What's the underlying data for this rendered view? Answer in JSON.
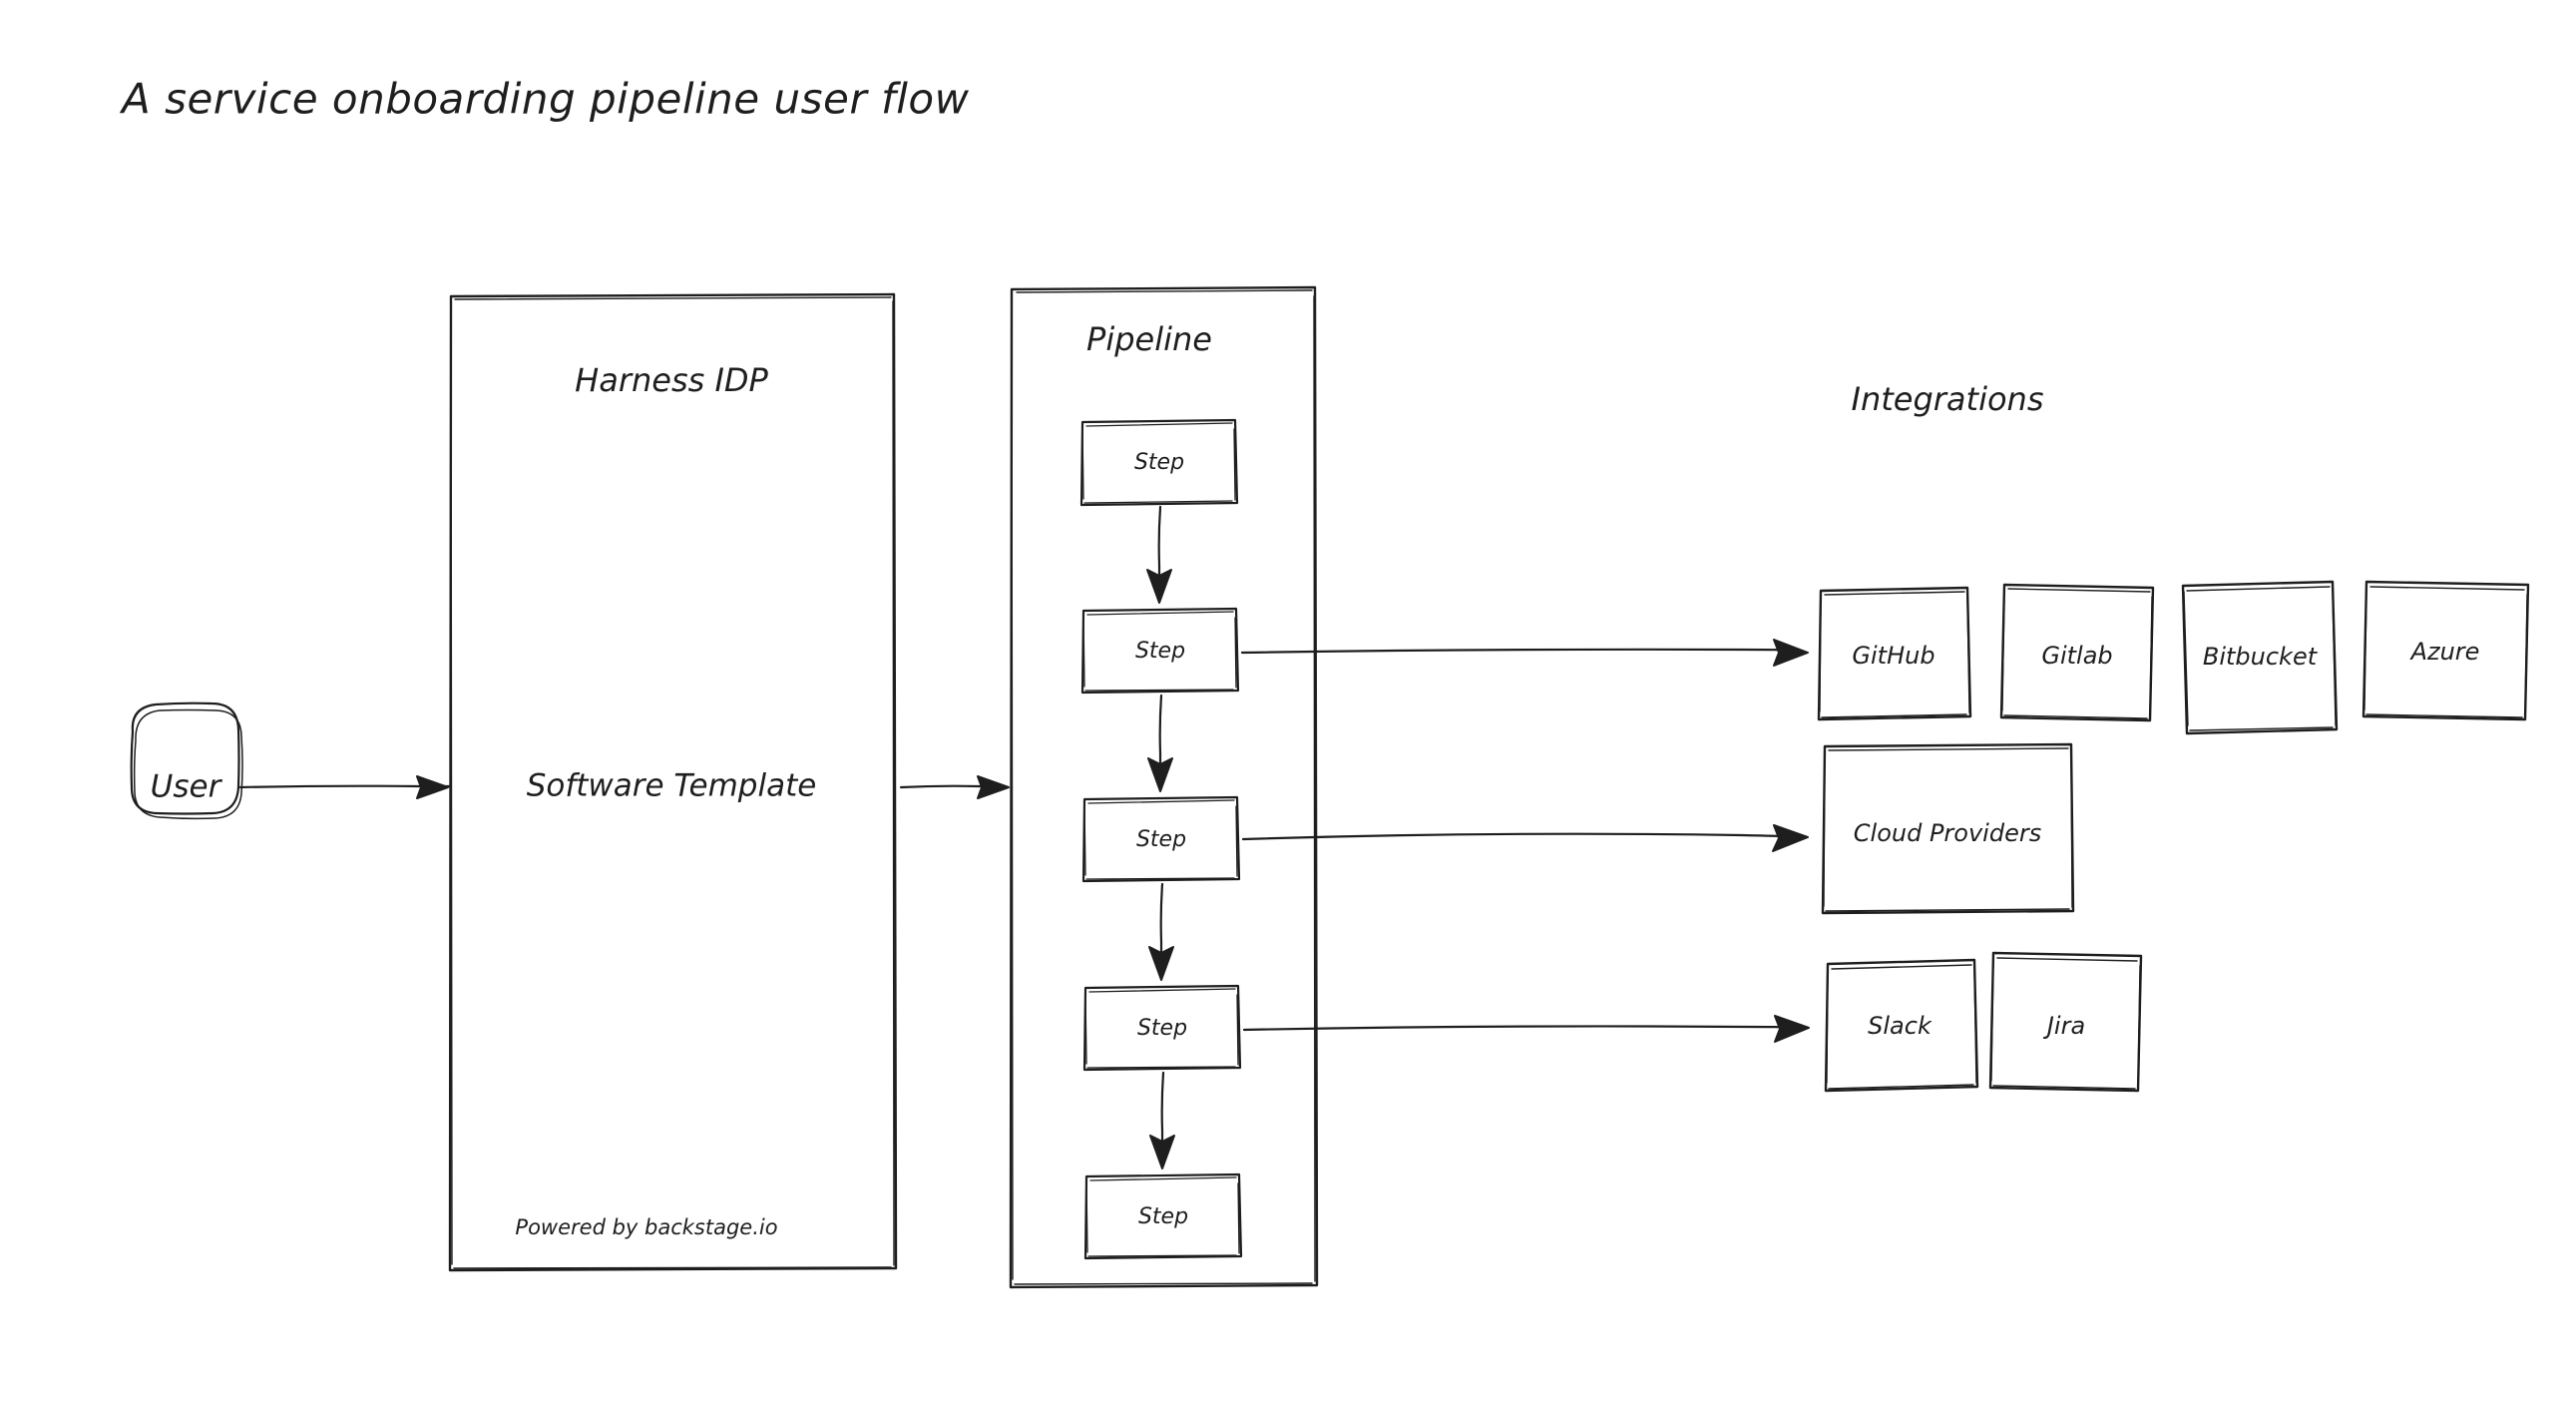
{
  "page": {
    "title": "A service onboarding pipeline user flow",
    "background_color": "#ffffff",
    "stroke_color": "#1e1e1e",
    "style": "hand-drawn-sketch"
  },
  "nodes": {
    "user": {
      "label": "User",
      "shape": "rounded-rectangle"
    },
    "harness_idp": {
      "group_title": "Harness IDP",
      "main_label": "Software Template",
      "footer_label": "Powered by backstage.io",
      "shape": "rectangle"
    },
    "pipeline": {
      "group_title": "Pipeline",
      "shape": "rectangle",
      "steps": [
        {
          "label": "Step",
          "has_outgoing_integration": false
        },
        {
          "label": "Step",
          "has_outgoing_integration": true
        },
        {
          "label": "Step",
          "has_outgoing_integration": true
        },
        {
          "label": "Step",
          "has_outgoing_integration": true
        },
        {
          "label": "Step",
          "has_outgoing_integration": false
        }
      ]
    }
  },
  "integrations": {
    "group_title": "Integrations",
    "rows": [
      {
        "row_name": "source-control",
        "items": [
          {
            "label": "GitHub"
          },
          {
            "label": "Gitlab"
          },
          {
            "label": "Bitbucket"
          },
          {
            "label": "Azure"
          }
        ]
      },
      {
        "row_name": "cloud",
        "items": [
          {
            "label": "Cloud Providers"
          }
        ]
      },
      {
        "row_name": "collaboration",
        "items": [
          {
            "label": "Slack"
          },
          {
            "label": "Jira"
          }
        ]
      }
    ]
  },
  "connections": [
    {
      "from": "user",
      "to": "harness_idp",
      "type": "arrow"
    },
    {
      "from": "harness_idp",
      "to": "pipeline",
      "type": "arrow"
    },
    {
      "from": "step-1",
      "to": "step-2",
      "type": "arrow"
    },
    {
      "from": "step-2",
      "to": "step-3",
      "type": "arrow"
    },
    {
      "from": "step-3",
      "to": "step-4",
      "type": "arrow"
    },
    {
      "from": "step-4",
      "to": "step-5",
      "type": "arrow"
    },
    {
      "from": "step-2",
      "to": "source-control",
      "type": "arrow"
    },
    {
      "from": "step-3",
      "to": "cloud",
      "type": "arrow"
    },
    {
      "from": "step-4",
      "to": "collaboration",
      "type": "arrow"
    }
  ]
}
